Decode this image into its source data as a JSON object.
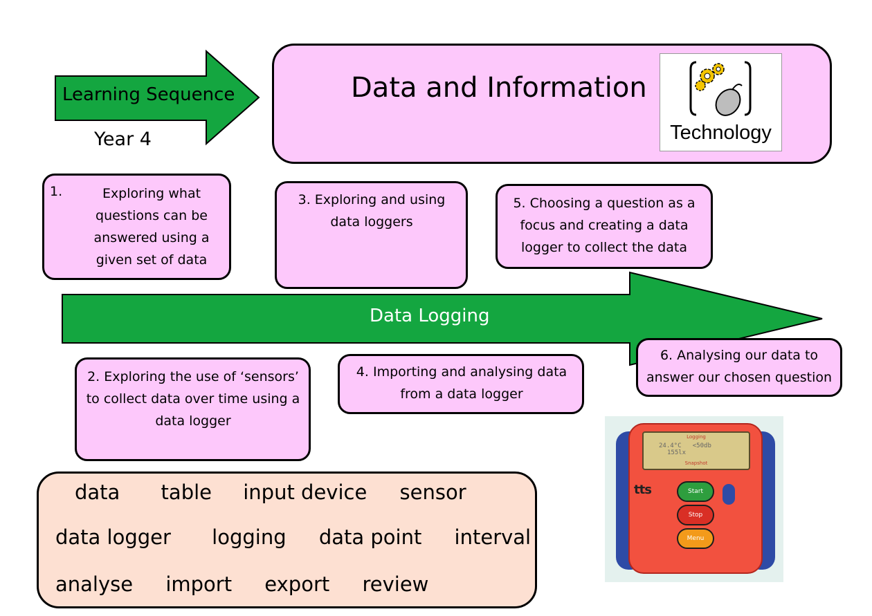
{
  "header": {
    "sequence_label": "Learning Sequence",
    "year": "Year 4",
    "title": "Data and Information",
    "subject_label": "Technology"
  },
  "strand": {
    "label": "Data Logging"
  },
  "steps": {
    "s1_number": "1.",
    "s1_text": "Exploring what questions can be answered using a given set of data",
    "s2": "2. Exploring the use of ‘sensors’ to collect data over time using a data logger",
    "s3": "3. Exploring and using data loggers",
    "s4": "4. Importing and analysing data from a data logger",
    "s5": "5. Choosing a question as a focus and creating a data logger to collect the data",
    "s6": "6. Analysing our data to answer our chosen question"
  },
  "vocabulary": {
    "row1": [
      "data",
      "table",
      "input device",
      "sensor"
    ],
    "row2": [
      "data logger",
      "logging",
      "data point",
      "interval"
    ],
    "row3": [
      "analyse",
      "import",
      "export",
      "review"
    ]
  },
  "device": {
    "top_label": "Logging",
    "bottom_label": "Snapshot",
    "reading_line1": "24.4°C   <50db",
    "reading_line2": "155lx",
    "brand": "tts",
    "start_label": "Start",
    "stop_label": "Stop",
    "menu_label": "Menu"
  },
  "colors": {
    "arrow_green": "#14a640",
    "box_pink": "#fdc8fb",
    "vocab_peach": "#fde0d2",
    "device_red": "#f2513f",
    "device_blue": "#2e4ba6"
  }
}
